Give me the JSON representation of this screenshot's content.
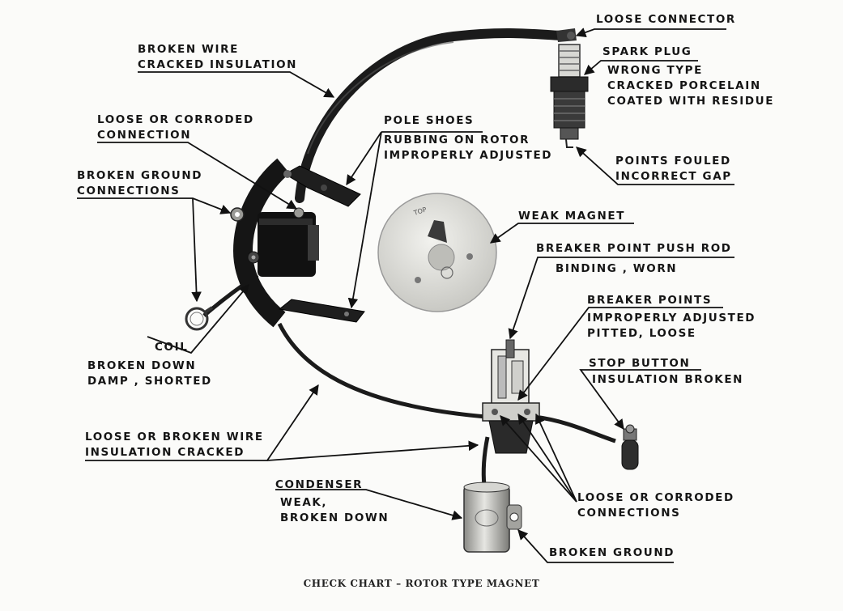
{
  "labels": {
    "loose_connector": "LOOSE CONNECTOR",
    "spark_plug": {
      "title": "SPARK PLUG",
      "lines": [
        "WRONG TYPE",
        "CRACKED PORCELAIN",
        "COATED WITH RESIDUE"
      ]
    },
    "points_fouled": [
      "POINTS FOULED",
      "INCORRECT GAP"
    ],
    "broken_wire": [
      "BROKEN WIRE",
      "CRACKED INSULATION"
    ],
    "loose_corroded_connection": [
      "LOOSE OR CORRODED",
      "CONNECTION"
    ],
    "broken_ground_connections": [
      "BROKEN GROUND",
      "CONNECTIONS"
    ],
    "pole_shoes": {
      "title": "POLE SHOES",
      "lines": [
        "RUBBING ON ROTOR",
        "IMPROPERLY ADJUSTED"
      ]
    },
    "weak_magnet": "WEAK MAGNET",
    "push_rod": {
      "title": "BREAKER POINT PUSH ROD",
      "lines": [
        "BINDING , WORN"
      ]
    },
    "breaker_points": {
      "title": "BREAKER POINTS",
      "lines": [
        "IMPROPERLY ADJUSTED",
        "PITTED, LOOSE"
      ]
    },
    "stop_button": {
      "title": "STOP BUTTON",
      "lines": [
        "INSULATION BROKEN"
      ]
    },
    "coil": {
      "title": "COIL",
      "lines": [
        "BROKEN DOWN",
        "DAMP , SHORTED"
      ]
    },
    "loose_broken_wire": [
      "LOOSE OR BROKEN WIRE",
      "INSULATION CRACKED"
    ],
    "condenser": {
      "title": "CONDENSER",
      "lines": [
        "WEAK,",
        "BROKEN DOWN"
      ]
    },
    "loose_corroded_connections": [
      "LOOSE OR CORRODED",
      "CONNECTIONS"
    ],
    "broken_ground": "BROKEN GROUND",
    "rotor_marking": "TOP"
  },
  "caption": "CHECK CHART – ROTOR TYPE MAGNET"
}
